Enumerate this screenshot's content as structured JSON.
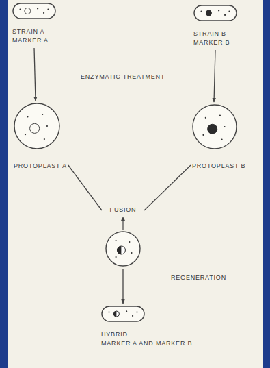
{
  "diagram": {
    "nodes": [
      {
        "text": [
          "STRAIN A",
          "MARKER A"
        ]
      },
      {
        "text": [
          "STRAIN B",
          "MARKER B"
        ]
      },
      {
        "text": [
          "PROTOPLAST A"
        ]
      },
      {
        "text": [
          "PROTOPLAST B"
        ]
      },
      {
        "text": [
          "FUSION"
        ]
      },
      {
        "text": [
          "HYBRID",
          "MARKER A AND MARKER B"
        ]
      }
    ],
    "edges": [
      {
        "from": 0,
        "to": 2,
        "arrow": "to"
      },
      {
        "from": 1,
        "to": 3,
        "arrow": "to"
      },
      {
        "from": 2,
        "to": 4,
        "arrow": "none"
      },
      {
        "from": 3,
        "to": 4,
        "arrow": "none"
      },
      {
        "from": 4,
        "to": 5,
        "arrow": "to"
      }
    ],
    "labels": [
      "ENZYMATIC TREATMENT",
      "REGENERATION"
    ]
  }
}
